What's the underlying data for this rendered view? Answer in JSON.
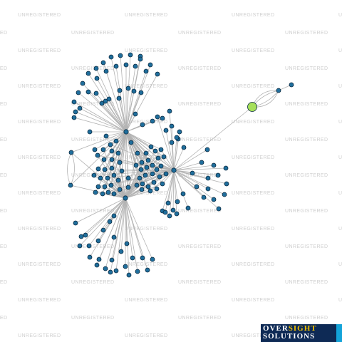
{
  "watermark": {
    "text": "UNREGISTERED"
  },
  "logo": {
    "line1_a": "OVER",
    "line1_b": "SIGHT",
    "line2": "SOLUTIONS"
  },
  "colors": {
    "node_fill": "#1f6e9c",
    "node_stroke": "#0b2a40",
    "focus_fill": "#a6e05a",
    "edge": "#b3b3b3",
    "watermark": "#cfcfcf",
    "logo_bg": "#0e2a55",
    "logo_accent": "#13a3d9",
    "logo_gold": "#f2c200"
  },
  "graph": {
    "hubs": [
      "hub-a",
      "hub-b",
      "hub-c"
    ],
    "focus_node": "focus",
    "leaf_counts": {
      "hub-a-outer-fan": 38,
      "hub-c-lower-fan": 24,
      "hub-b-right-fan": 17,
      "center-cluster": 48
    }
  }
}
